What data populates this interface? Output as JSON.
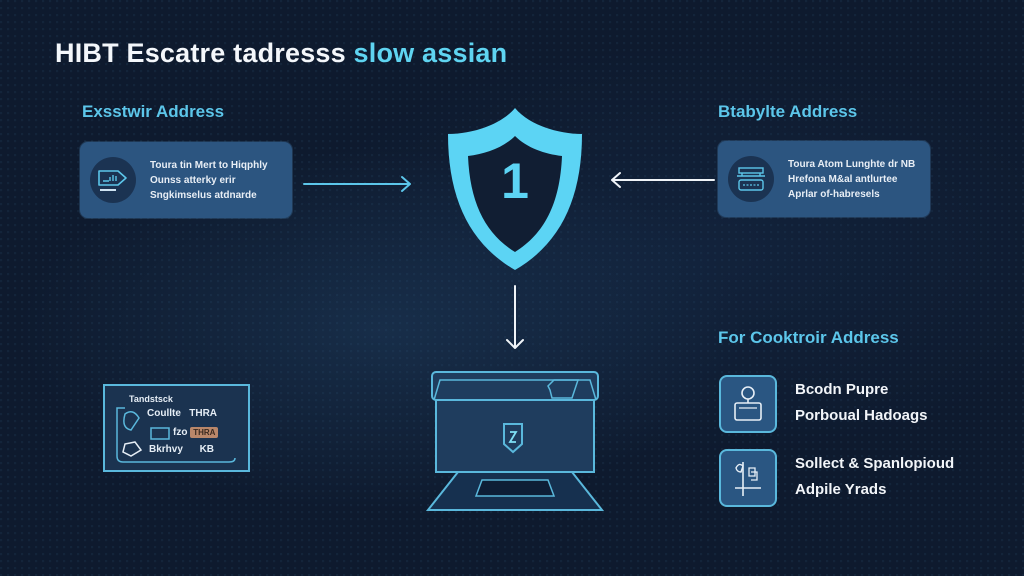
{
  "header": {
    "title_main": "HIBT Escatre tadresss",
    "title_accent": "slow assian"
  },
  "left": {
    "label": "Exsstwir Address",
    "card": {
      "icon": "wallet-tag-icon",
      "lines": [
        "Toura tin Mert to Hiqphly",
        "Ounss atterky erir",
        "Sngkimselus atdnarde"
      ]
    },
    "arrow": "arrow-right"
  },
  "right": {
    "label": "Btabylte Address",
    "card": {
      "icon": "server-stack-icon",
      "lines": [
        "Toura Atom Lunghte dr NB",
        "Hrefona M&al antlurtee",
        "Aprlar of-habresels"
      ]
    },
    "arrow": "arrow-left"
  },
  "center": {
    "shield_number": "1",
    "shield_icon": "shield-icon",
    "arrow_down": "arrow-down",
    "device_icon": "computer-vault-icon"
  },
  "bottom_left_panel": {
    "title": "Tandstsck",
    "row1": "Coullte",
    "row1_tag": "THRA",
    "row2": "fzo",
    "row2_tag": "THRA",
    "row3": "Bkrhvy",
    "row3_suffix": "KB"
  },
  "bottom_right": {
    "label": "For Cooktroir Address",
    "items": [
      {
        "icon": "user-badge-icon",
        "line1": "Bcodn Pupre",
        "line2": "Porboual Hadoags"
      },
      {
        "icon": "tools-icon",
        "line1": "Sollect & Spanlopioud",
        "line2": "Adpile Yrads"
      }
    ]
  },
  "colors": {
    "background": "#0e1a2e",
    "accent": "#5cd4f4",
    "card": "#2c5580",
    "outline": "#5ab8dc"
  }
}
